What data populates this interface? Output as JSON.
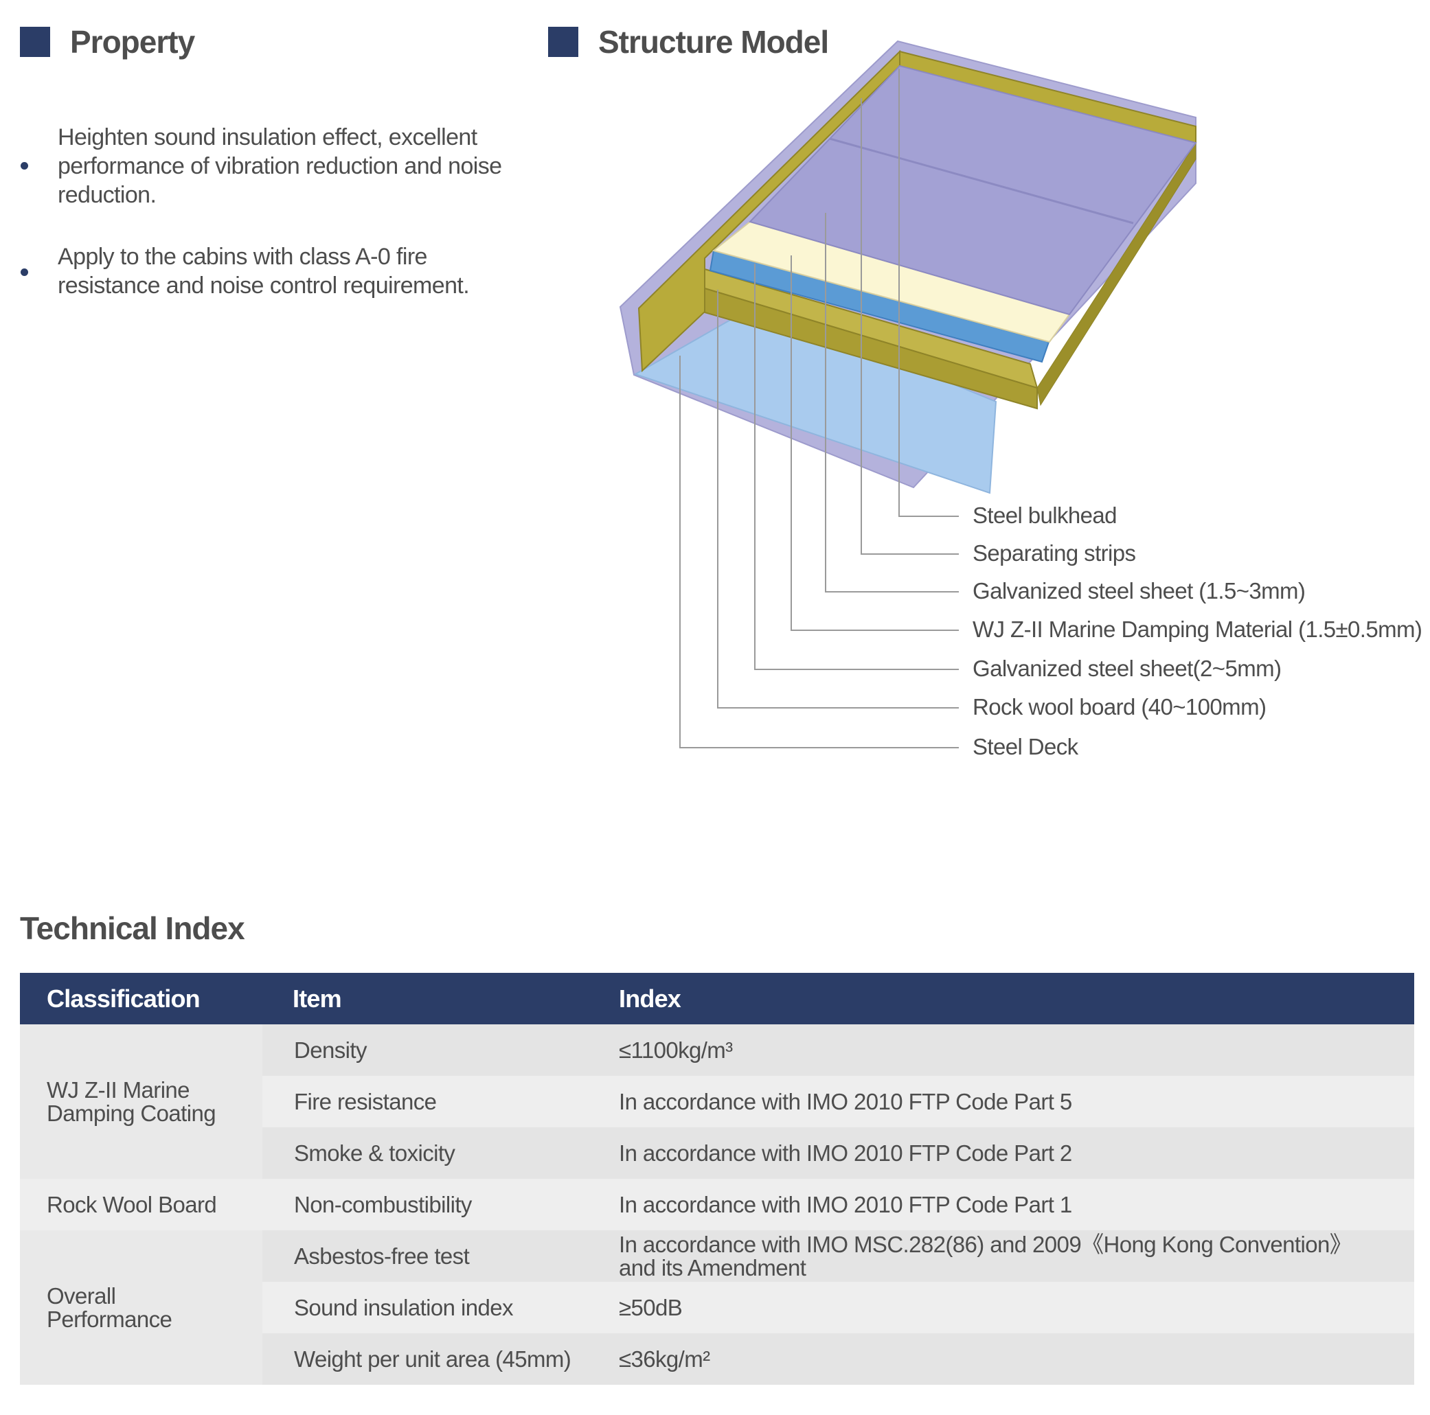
{
  "property": {
    "title": "Property",
    "bullets": [
      "Heighten sound insulation effect, excellent performance of vibration reduction and noise reduction.",
      "Apply to the cabins with class A-0 fire resistance and noise control requirement."
    ]
  },
  "structure": {
    "title": "Structure Model",
    "layers": [
      "Steel bulkhead",
      "Separating strips",
      "Galvanized steel sheet (1.5~3mm)",
      "WJ Z-II Marine Damping Material (1.5±0.5mm)",
      "Galvanized steel sheet(2~5mm)",
      "Rock wool board (40~100mm)",
      "Steel Deck"
    ]
  },
  "technical": {
    "title": "Technical Index",
    "headers": [
      "Classification",
      "Item",
      "Index"
    ],
    "groups": [
      {
        "classification": "WJ Z-II Marine Damping Coating",
        "rows": [
          {
            "item": "Density",
            "index": "≤1100kg/m³"
          },
          {
            "item": "Fire resistance",
            "index": "In accordance with IMO 2010 FTP Code Part 5"
          },
          {
            "item": "Smoke & toxicity",
            "index": "In accordance with IMO 2010 FTP Code Part 2"
          }
        ]
      },
      {
        "classification": "Rock Wool Board",
        "rows": [
          {
            "item": "Non-combustibility",
            "index": "In accordance with IMO 2010 FTP Code Part 1"
          }
        ]
      },
      {
        "classification": "Overall Performance",
        "rows": [
          {
            "item": "Asbestos-free test",
            "index": "In accordance with IMO MSC.282(86) and 2009《Hong Kong Convention》 and its Amendment"
          },
          {
            "item": "Sound insulation index",
            "index": "≥50dB"
          },
          {
            "item": "Weight per unit area (45mm)",
            "index": "≤36kg/m²"
          }
        ]
      }
    ]
  },
  "colors": {
    "accent": "#2b3d67",
    "steel_bulkhead": "#a3a1d4",
    "rock_wool": "#b8ab3a",
    "damping": "#fbf6d3",
    "galvanized": "#5b9bd5",
    "deck": "#a9cbee"
  }
}
